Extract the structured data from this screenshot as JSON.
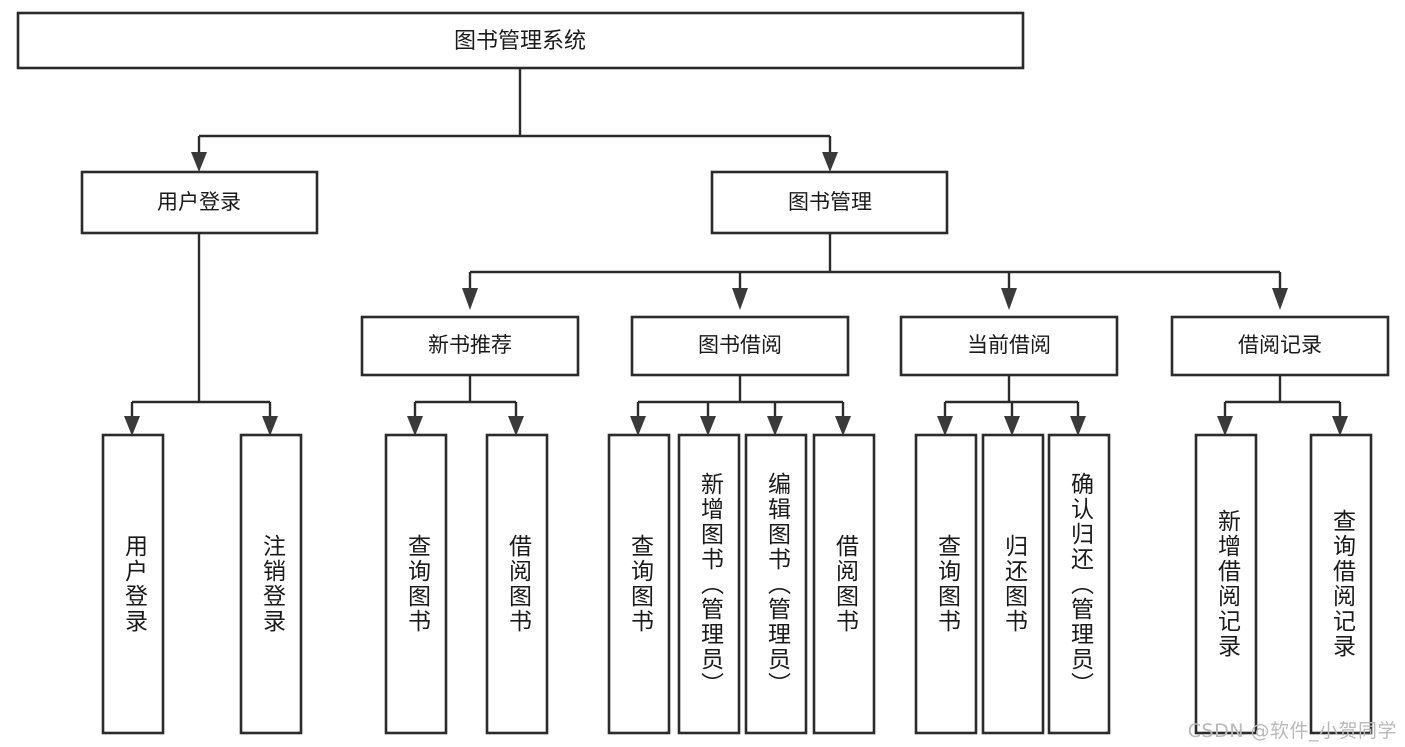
{
  "diagram": {
    "title": "图书管理系统",
    "type": "tree-hierarchy-chart",
    "root": {
      "label": "图书管理系统"
    },
    "level2": [
      {
        "id": "user-login",
        "label": "用户登录"
      },
      {
        "id": "book-manage",
        "label": "图书管理"
      }
    ],
    "level3": [
      {
        "id": "new-book-recommend",
        "label": "新书推荐",
        "parent": "book-manage"
      },
      {
        "id": "book-borrow",
        "label": "图书借阅",
        "parent": "book-manage"
      },
      {
        "id": "current-borrow",
        "label": "当前借阅",
        "parent": "book-manage"
      },
      {
        "id": "borrow-record",
        "label": "借阅记录",
        "parent": "book-manage"
      }
    ],
    "leaves": {
      "user-login": [
        {
          "id": "leaf-user-login",
          "label": "用户登录"
        },
        {
          "id": "leaf-logout-login",
          "label": "注销登录"
        }
      ],
      "new-book-recommend": [
        {
          "id": "leaf-query-book-1",
          "label": "查询图书"
        },
        {
          "id": "leaf-borrow-book-1",
          "label": "借阅图书"
        }
      ],
      "book-borrow": [
        {
          "id": "leaf-query-book-2",
          "label": "查询图书"
        },
        {
          "id": "leaf-add-book",
          "label": "新增图书（管理员）"
        },
        {
          "id": "leaf-edit-book",
          "label": "编辑图书（管理员）"
        },
        {
          "id": "leaf-borrow-book-2",
          "label": "借阅图书"
        }
      ],
      "current-borrow": [
        {
          "id": "leaf-query-book-3",
          "label": "查询图书"
        },
        {
          "id": "leaf-return-book",
          "label": "归还图书"
        },
        {
          "id": "leaf-confirm-return",
          "label": "确认归还（管理员）"
        }
      ],
      "borrow-record": [
        {
          "id": "leaf-add-record",
          "label": "新增借阅记录"
        },
        {
          "id": "leaf-query-record",
          "label": "查询借阅记录"
        }
      ]
    }
  },
  "watermark": {
    "text": "CSDN @软件_小贺同学"
  },
  "colors": {
    "box_stroke": "#2b2b2b",
    "box_fill": "#ffffff",
    "line": "#2b2b2b",
    "arrow": "#3a3a3a",
    "text": "#1a1a1a",
    "watermark": "#b9b9b9",
    "background": "#ffffff"
  }
}
